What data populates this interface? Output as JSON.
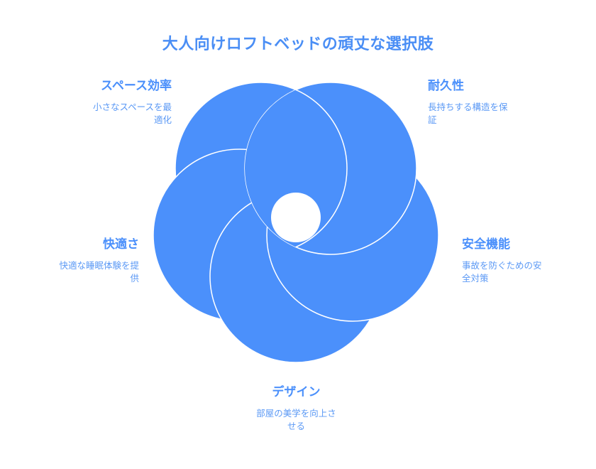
{
  "title": "大人向けロフトベッドの頑丈な選択肢",
  "colors": {
    "accent": "#4b90fb",
    "title": "#4a8ef5",
    "description": "#5b99f5",
    "petal_stroke": "#ffffff"
  },
  "items": {
    "space": {
      "heading": "スペース効率",
      "desc_line1": "小さなスペースを最",
      "desc_line2": "適化"
    },
    "durability": {
      "heading": "耐久性",
      "desc_line1": "長持ちする構造を保",
      "desc_line2": "証"
    },
    "comfort": {
      "heading": "快適さ",
      "desc_line1": "快適な睡眠体験を提",
      "desc_line2": "供"
    },
    "safety": {
      "heading": "安全機能",
      "desc_line1": "事故を防ぐための安",
      "desc_line2": "全対策"
    },
    "design": {
      "heading": "デザイン",
      "desc_line1": "部屋の美学を向上さ",
      "desc_line2": "せる"
    }
  }
}
